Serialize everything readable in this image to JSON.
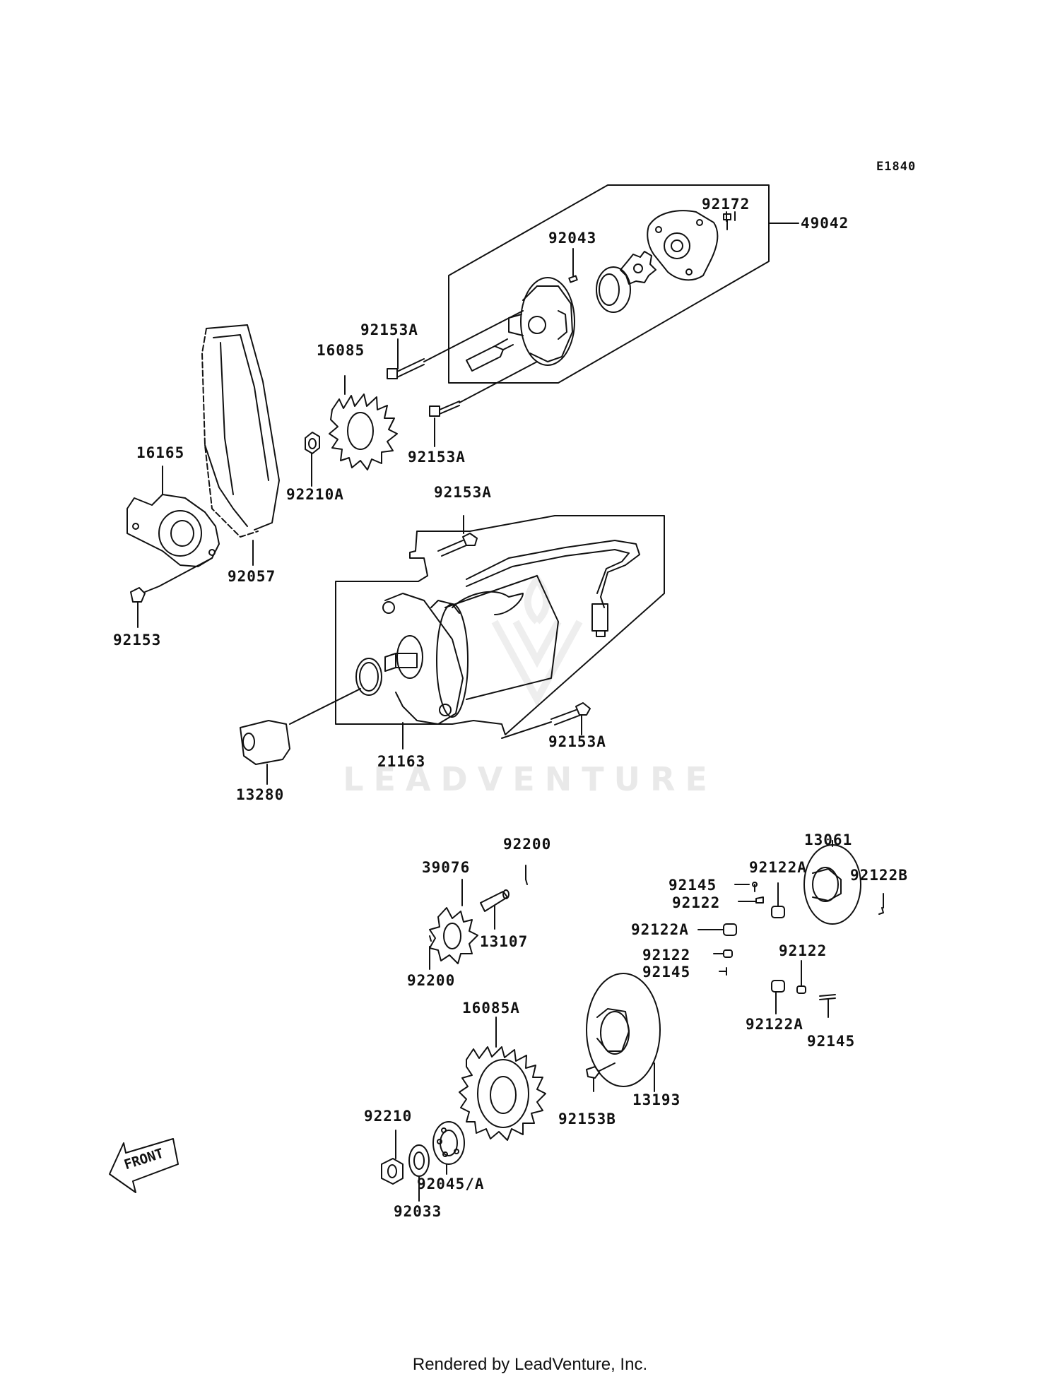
{
  "diagram_id": "E1840",
  "watermark": "LEADVENTURE",
  "footer": "Rendered by LeadVenture, Inc.",
  "front_label": "FRONT",
  "labels": {
    "p49042": "49042",
    "p92172": "92172",
    "p92043": "92043",
    "p92153A_top": "92153A",
    "p16085": "16085",
    "p92153A_mid": "92153A",
    "p16165": "16165",
    "p92210A": "92210A",
    "p92153A_motor": "92153A",
    "p92057": "92057",
    "p92153": "92153",
    "p92153A_bottom": "92153A",
    "p21163": "21163",
    "p13280": "13280",
    "p92200_top": "92200",
    "p39076": "39076",
    "p13107": "13107",
    "p92200_bottom": "92200",
    "p13061": "13061",
    "p92122A_a": "92122A",
    "p92122B": "92122B",
    "p92145_a": "92145",
    "p92122_a": "92122",
    "p92122A_b": "92122A",
    "p92122_b": "92122",
    "p92145_b": "92145",
    "p92122_c": "92122",
    "p92122A_c": "92122A",
    "p92145_c": "92145",
    "p16085A": "16085A",
    "p92153B": "92153B",
    "p13193": "13193",
    "p92210": "92210",
    "p92045A": "92045/A",
    "p92033": "92033"
  }
}
